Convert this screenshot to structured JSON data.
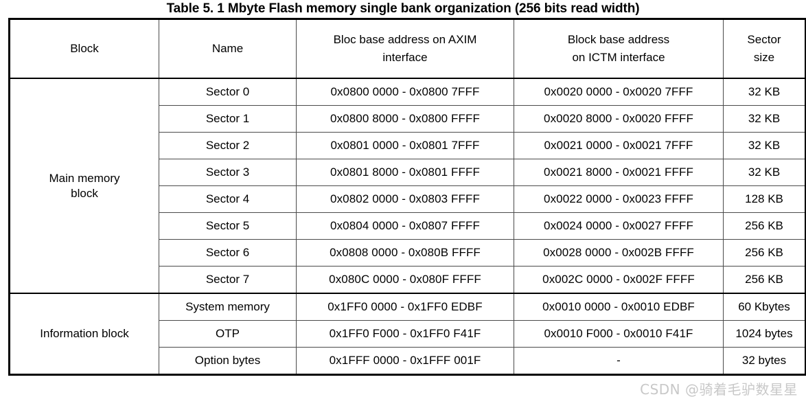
{
  "title": "Table 5. 1 Mbyte Flash memory single bank organization (256 bits read width)",
  "table": {
    "columns": [
      {
        "key": "block",
        "label": "Block"
      },
      {
        "key": "name",
        "label": "Name"
      },
      {
        "key": "axim",
        "label_line1": "Bloc base address on AXIM",
        "label_line2": "interface"
      },
      {
        "key": "ictm",
        "label_line1": "Block base address",
        "label_line2": "on ICTM interface"
      },
      {
        "key": "size",
        "label_line1": "Sector",
        "label_line2": "size"
      }
    ],
    "sections": [
      {
        "block_label_line1": "Main memory",
        "block_label_line2": "block",
        "rows": [
          {
            "name": "Sector 0",
            "axim": "0x0800 0000 - 0x0800 7FFF",
            "ictm": "0x0020 0000 - 0x0020 7FFF",
            "size": "32 KB"
          },
          {
            "name": "Sector 1",
            "axim": "0x0800 8000 - 0x0800 FFFF",
            "ictm": "0x0020 8000 - 0x0020 FFFF",
            "size": "32 KB"
          },
          {
            "name": "Sector 2",
            "axim": "0x0801 0000 - 0x0801 7FFF",
            "ictm": "0x0021 0000 - 0x0021 7FFF",
            "size": "32 KB"
          },
          {
            "name": "Sector 3",
            "axim": "0x0801 8000 - 0x0801 FFFF",
            "ictm": "0x0021 8000 - 0x0021 FFFF",
            "size": "32 KB"
          },
          {
            "name": "Sector 4",
            "axim": "0x0802 0000 - 0x0803 FFFF",
            "ictm": "0x0022 0000 - 0x0023 FFFF",
            "size": "128 KB"
          },
          {
            "name": "Sector 5",
            "axim": "0x0804 0000 - 0x0807 FFFF",
            "ictm": "0x0024 0000 - 0x0027 FFFF",
            "size": "256 KB"
          },
          {
            "name": "Sector 6",
            "axim": "0x0808 0000 - 0x080B FFFF",
            "ictm": "0x0028 0000 - 0x002B FFFF",
            "size": "256 KB"
          },
          {
            "name": "Sector 7",
            "axim": "0x080C 0000 - 0x080F FFFF",
            "ictm": "0x002C 0000 - 0x002F FFFF",
            "size": "256 KB"
          }
        ]
      },
      {
        "block_label_line1": "Information block",
        "block_label_line2": "",
        "rows": [
          {
            "name": "System memory",
            "axim": "0x1FF0 0000 - 0x1FF0 EDBF",
            "ictm": "0x0010 0000 - 0x0010 EDBF",
            "size": "60 Kbytes"
          },
          {
            "name": "OTP",
            "axim": "0x1FF0 F000 - 0x1FF0 F41F",
            "ictm": "0x0010 F000 - 0x0010 F41F",
            "size": "1024 bytes"
          },
          {
            "name": "Option bytes",
            "axim": "0x1FFF 0000 - 0x1FFF 001F",
            "ictm": "-",
            "size": "32 bytes"
          }
        ]
      }
    ]
  },
  "watermark": "CSDN @骑着毛驴数星星"
}
